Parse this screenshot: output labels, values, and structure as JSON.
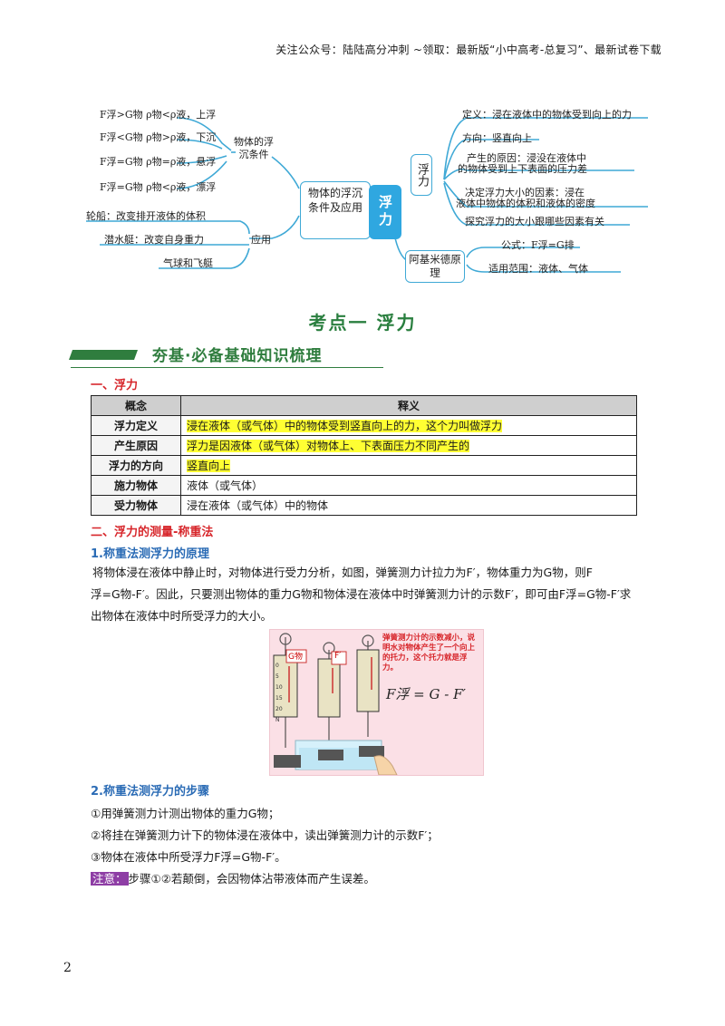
{
  "header": "关注公众号：陆陆高分冲刺 ~领取：最新版“小中高考-总复习”、最新试卷下载",
  "mindmap": {
    "center": "浮力",
    "box_conditions": "物体的浮沉条件及应用",
    "box_buoyancy": "浮力",
    "box_archimedes": "阿基米德原理",
    "label_sink_float": "物体的浮沉条件",
    "label_apply": "应用",
    "cond_up": "F浮>G物  ρ物<ρ液，上浮",
    "cond_down": "F浮<G物  ρ物>ρ液，下沉",
    "cond_suspend": "F浮=G物  ρ物=ρ液，悬浮",
    "cond_float": "F浮=G物  ρ物<ρ液，漂浮",
    "app_ship": "轮船：改变排开液体的体积",
    "app_sub": "潜水艇：改变自身重力",
    "app_balloon": "气球和飞艇",
    "def": "定义：浸在液体中的物体受到向上的力",
    "direction": "方向：竖直向上",
    "cause1": "产生的原因：浸没在液体中",
    "cause2": "的物体受到上下表面的压力差",
    "factor1": "决定浮力大小的因素：浸在",
    "factor2": "液体中物体的体积和液体的密度",
    "explore": "探究浮力的大小跟哪些因素有关",
    "formula": "公式：F浮=G排",
    "scope": "适用范围：液体、气体"
  },
  "kaodian_title": "考点一  浮力",
  "banner": "夯基·必备基础知识梳理",
  "sec1": "一、浮力",
  "table": {
    "headers": [
      "概念",
      "释义"
    ],
    "rows": [
      {
        "k": "浮力定义",
        "v": "浸在液体（或气体）中的物体受到竖直向上的力，这个力叫做浮力",
        "hl": true
      },
      {
        "k": "产生原因",
        "v": "浮力是因液体（或气体）对物体上、下表面压力不同产生的",
        "hl": true
      },
      {
        "k": "浮力的方向",
        "v": "竖直向上",
        "hl": true
      },
      {
        "k": "施力物体",
        "v": "液体（或气体）",
        "hl": false
      },
      {
        "k": "受力物体",
        "v": "浸在液体（或气体）中的物体",
        "hl": false
      }
    ]
  },
  "sec2": "二、浮力的测量-称重法",
  "sub1": "1.称重法测浮力的原理",
  "para1_l1": "将物体浸在液体中静止时，对物体进行受力分析，如图，弹簧测力计拉力为F′，物体重力为G物，则F",
  "para1_l2": "浮=G物-F′。因此，只要测出物体的重力G物和物体浸在液体中时弹簧测力计的示数F′，即可由F浮=G物-F′求",
  "para1_l3": "出物体在液体中时所受浮力的大小。",
  "figure": {
    "note": "弹簧测力计的示数减小，说明水对物体产生了一个向上的托力，这个托力就是浮力。",
    "g_label": "G物",
    "f_label": "F′",
    "formula": "F浮 = G - F′",
    "ticks": [
      "0",
      "5",
      "10",
      "15",
      "20"
    ],
    "unit": "N"
  },
  "sub2": "2.称重法测浮力的步骤",
  "step1": "①用弹簧测力计测出物体的重力G物；",
  "step2": "②将挂在弹簧测力计下的物体浸在液体中，读出弹簧测力计的示数F′；",
  "step3": "③物体在液体中所受浮力F浮=G物-F′。",
  "note_label": "注意：",
  "note_text": "步骤①②若颠倒，会因物体沾带液体而产生误差。",
  "page_number": "2"
}
